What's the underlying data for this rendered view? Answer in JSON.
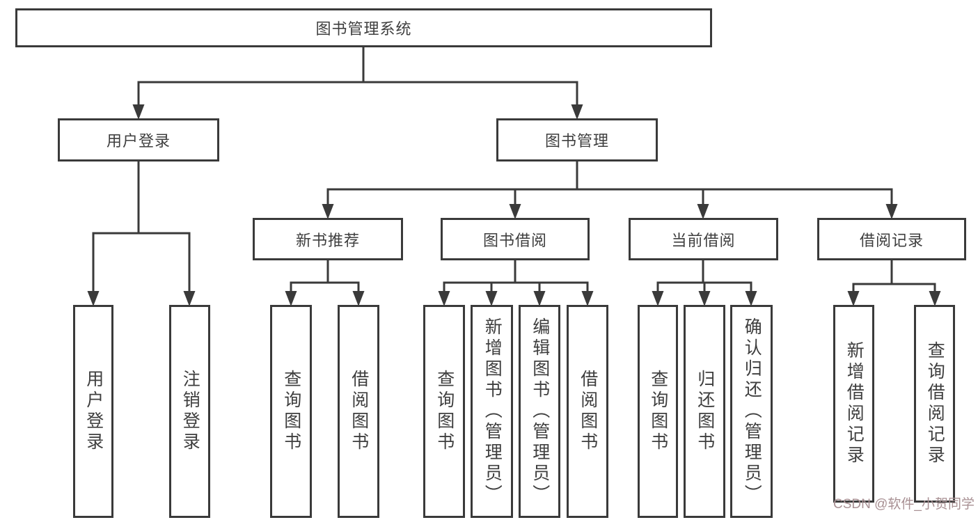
{
  "diagram": {
    "root": "图书管理系统",
    "level2": [
      "用户登录",
      "图书管理"
    ],
    "level3": [
      "新书推荐",
      "图书借阅",
      "当前借阅",
      "借阅记录"
    ],
    "leaves": [
      "用户登录",
      "注销登录",
      "查询图书",
      "借阅图书",
      "查询图书",
      "新增图书（管理员）",
      "编辑图书（管理员）",
      "借阅图书",
      "查询图书",
      "归还图书",
      "确认归还（管理员）",
      "新增借阅记录",
      "查询借阅记录"
    ],
    "hierarchy": {
      "图书管理系统": [
        "用户登录",
        "图书管理"
      ],
      "用户登录": [
        "用户登录",
        "注销登录"
      ],
      "图书管理": [
        "新书推荐",
        "图书借阅",
        "当前借阅",
        "借阅记录"
      ],
      "新书推荐": [
        "查询图书",
        "借阅图书"
      ],
      "图书借阅": [
        "查询图书",
        "新增图书（管理员）",
        "编辑图书（管理员）",
        "借阅图书"
      ],
      "当前借阅": [
        "查询图书",
        "归还图书",
        "确认归还（管理员）"
      ],
      "借阅记录": [
        "新增借阅记录",
        "查询借阅记录"
      ]
    }
  },
  "watermark": "CSDN @软件_小贺同学",
  "colors": {
    "line": "#3a3a3a",
    "text": "#3e3e3e",
    "watermark": "#a89093",
    "background": "#ffffff"
  }
}
